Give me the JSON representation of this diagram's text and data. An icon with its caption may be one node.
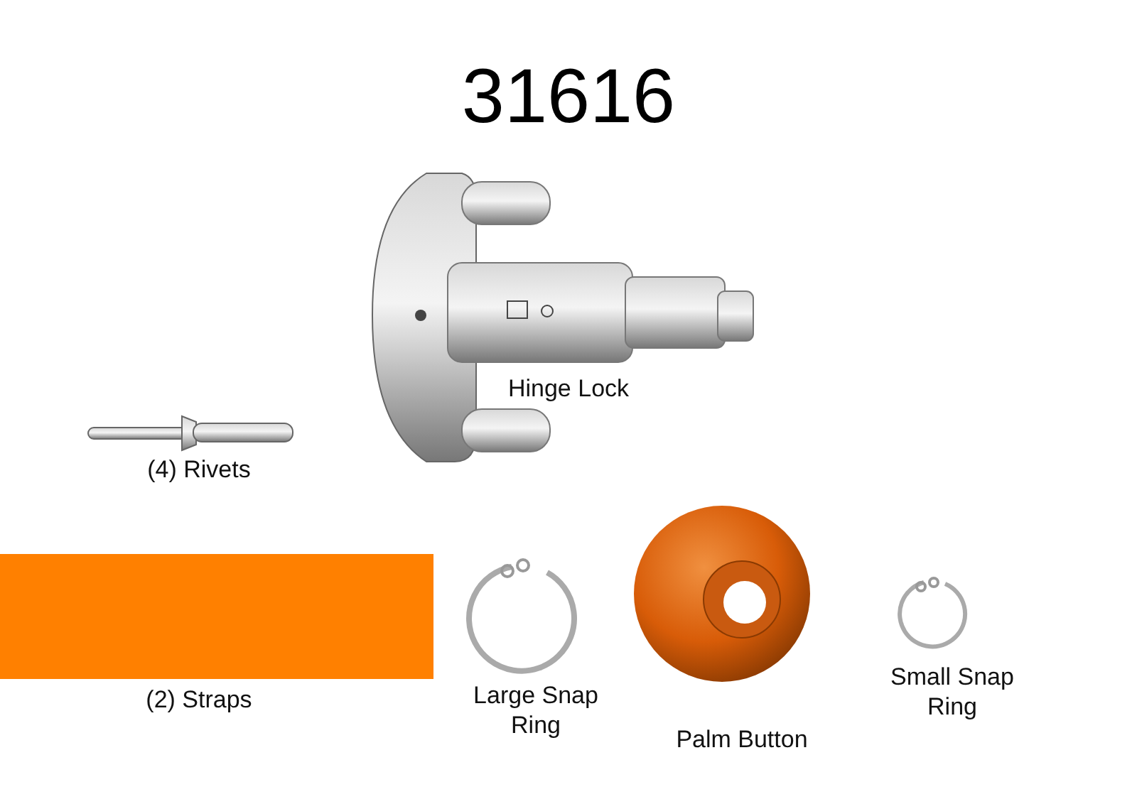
{
  "diagram": {
    "title": "31616",
    "labels": [
      "Hinge Lock",
      "(4) Rivets",
      "(2) Straps",
      "Large Snap Ring",
      "Palm Button",
      "Small Snap Ring"
    ]
  }
}
